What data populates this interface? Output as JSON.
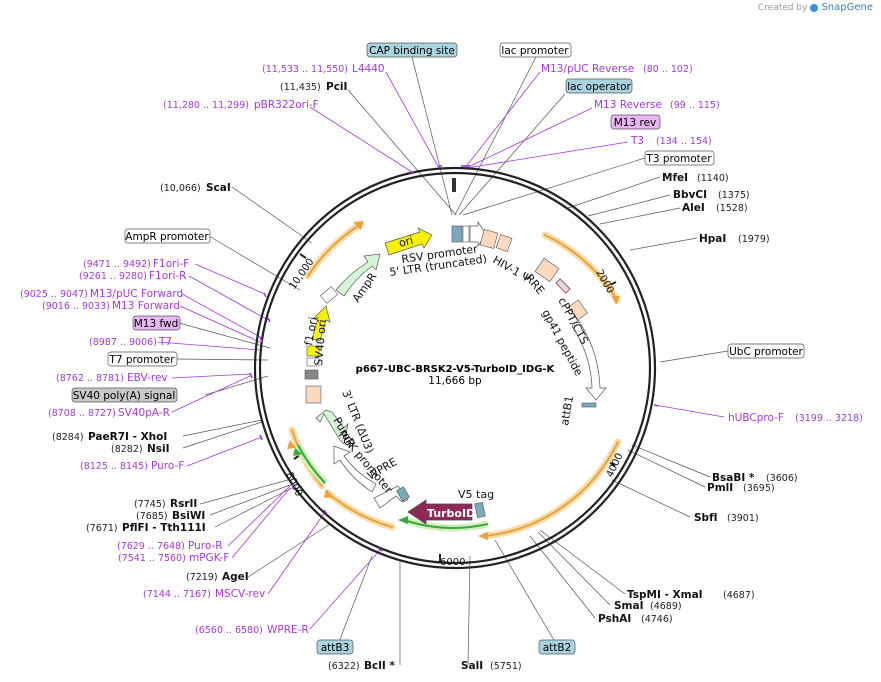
{
  "watermark": {
    "prefix": "Created by",
    "brand": "SnapGene"
  },
  "plasmid": {
    "name": "p667-UBC-BRSK2-V5-TurboID_IDG-K",
    "length": "11,666 bp"
  },
  "ticks": [
    "2000",
    "4000",
    "6000",
    "8000",
    "10,000"
  ],
  "boxed_labels": [
    {
      "id": "cap-binding-site",
      "text": "CAP binding site",
      "fill": "#a8d3df"
    },
    {
      "id": "lac-promoter",
      "text": "lac promoter",
      "fill": "#ffffff"
    },
    {
      "id": "lac-operator",
      "text": "lac operator",
      "fill": "#a8d3df"
    },
    {
      "id": "m13-rev",
      "text": "M13 rev",
      "fill": "#e9b6f5"
    },
    {
      "id": "t3-promoter",
      "text": "T3 promoter",
      "fill": "#ffffff"
    },
    {
      "id": "ubc-promoter",
      "text": "UbC promoter",
      "fill": "#ffffff"
    },
    {
      "id": "ampr-promoter",
      "text": "AmpR promoter",
      "fill": "#ffffff"
    },
    {
      "id": "m13-fwd",
      "text": "M13 fwd",
      "fill": "#e9b6f5"
    },
    {
      "id": "t7-promoter",
      "text": "T7 promoter",
      "fill": "#ffffff"
    },
    {
      "id": "sv40-polya",
      "text": "SV40 poly(A) signal",
      "fill": "#c8c8c8"
    },
    {
      "id": "attb3",
      "text": "attB3",
      "fill": "#a8d3df"
    },
    {
      "id": "attb2",
      "text": "attB2",
      "fill": "#a8d3df"
    }
  ],
  "primers": [
    {
      "name": "L4440",
      "pos": "(11,533 .. 11,550)"
    },
    {
      "name": "pBR322ori-F",
      "pos": "(11,280 .. 11,299)"
    },
    {
      "name": "M13/pUC Reverse",
      "pos": "(80 .. 102)"
    },
    {
      "name": "M13 Reverse",
      "pos": "(99 .. 115)"
    },
    {
      "name": "T3",
      "pos": "(134 .. 154)"
    },
    {
      "name": "hUBCpro-F",
      "pos": "(3199 .. 3218)"
    },
    {
      "name": "F1ori-F",
      "pos": "(9471 .. 9492)"
    },
    {
      "name": "F1ori-R",
      "pos": "(9261 .. 9280)"
    },
    {
      "name": "M13/pUC Forward",
      "pos": "(9025 .. 9047)"
    },
    {
      "name": "M13 Forward",
      "pos": "(9016 .. 9033)"
    },
    {
      "name": "T7",
      "pos": "(8987 .. 9006)"
    },
    {
      "name": "EBV-rev",
      "pos": "(8762 .. 8781)"
    },
    {
      "name": "SV40pA-R",
      "pos": "(8708 .. 8727)"
    },
    {
      "name": "Puro-F",
      "pos": "(8125 .. 8145)"
    },
    {
      "name": "Puro-R",
      "pos": "(7629 .. 7648)"
    },
    {
      "name": "mPGK-F",
      "pos": "(7541 .. 7560)"
    },
    {
      "name": "MSCV-rev",
      "pos": "(7144 .. 7167)"
    },
    {
      "name": "WPRE-R",
      "pos": "(6560 .. 6580)"
    }
  ],
  "enzymes": [
    {
      "name": "PciI",
      "pos": "(11,435)"
    },
    {
      "name": "ScaI",
      "pos": "(10,066)"
    },
    {
      "name": "MfeI",
      "pos": "(1140)"
    },
    {
      "name": "BbvCI",
      "pos": "(1375)"
    },
    {
      "name": "AleI",
      "pos": "(1528)"
    },
    {
      "name": "HpaI",
      "pos": "(1979)"
    },
    {
      "name": "BsaBI *",
      "pos": "(3606)"
    },
    {
      "name": "PmlI",
      "pos": "(3695)"
    },
    {
      "name": "SbfI",
      "pos": "(3901)"
    },
    {
      "name": "TspMI - XmaI",
      "pos": "(4687)"
    },
    {
      "name": "SmaI",
      "pos": "(4689)"
    },
    {
      "name": "PshAI",
      "pos": "(4746)"
    },
    {
      "name": "SalI",
      "pos": "(5751)"
    },
    {
      "name": "BclI *",
      "pos": "(6322)"
    },
    {
      "name": "AgeI",
      "pos": "(7219)"
    },
    {
      "name": "RsrII",
      "pos": "(7745)"
    },
    {
      "name": "BsiWI",
      "pos": "(7685)"
    },
    {
      "name": "PflFI - Tth111I",
      "pos": "(7671)"
    },
    {
      "name": "NsiI",
      "pos": "(8282)"
    },
    {
      "name": "PaeR7I - XhoI",
      "pos": "(8284)"
    }
  ],
  "inner_features": [
    "ori",
    "RSV promoter",
    "5' LTR (truncated)",
    "HIV-1 Ψ",
    "RRE",
    "cPPT/CTS",
    "gp41 peptide",
    "attB1",
    "V5 tag",
    "TurboID",
    "WPRE",
    "PGK promoter",
    "PuroR",
    "3' LTR (ΔU3)",
    "SV40 ori",
    "f1 ori",
    "AmpR"
  ],
  "colors": {
    "primer": "#a23ad8",
    "backbone": "#222222",
    "orange_arc": "#e8a23c",
    "green_arc": "#3aa83a",
    "turboid": "#8e2a5a",
    "ori": "#f5f200",
    "ampr": "#d6f5d6",
    "ltr": "#fbd9bf"
  }
}
